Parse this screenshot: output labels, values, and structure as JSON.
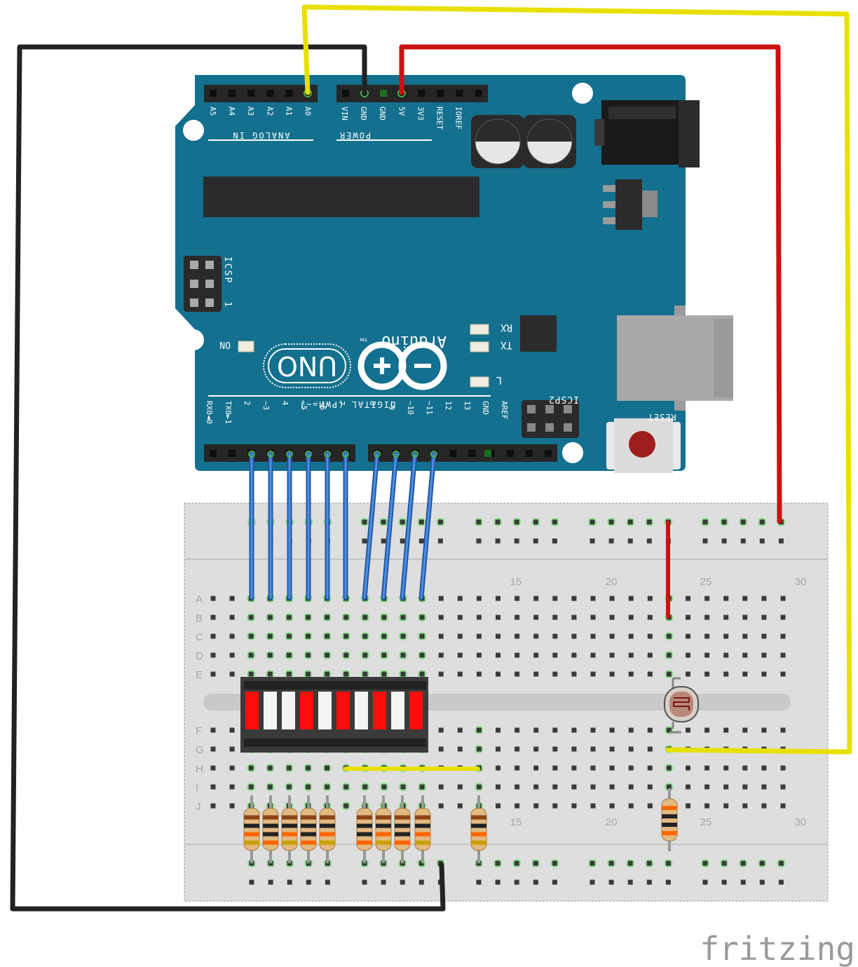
{
  "arduino": {
    "analog_header_title": "ANALOG IN",
    "analog_pins": [
      "A5",
      "A4",
      "A3",
      "A2",
      "A1",
      "A0"
    ],
    "power_header_title": "POWER",
    "power_pins": [
      "VIN",
      "GND",
      "GND",
      "5V",
      "3V3",
      "RESET",
      "IOREF"
    ],
    "icsp_label": "ICSP",
    "icsp_pin1_mark": "1",
    "on_led_label": "ON",
    "rx_label": "RX",
    "tx_label": "TX",
    "l_label": "L",
    "brand_text": "Arduino",
    "tm_mark": "TM",
    "model_text": "UNO",
    "digital_header_title": "DIGITAL (PWM=~)",
    "digital_pins": [
      "RX0◄0",
      "TX0►1",
      "2",
      "~3",
      "4",
      "~5",
      "~6",
      "7",
      "8",
      "~9",
      "~10",
      "~11",
      "12",
      "13",
      "GND",
      "AREF"
    ],
    "icsp2_label": "ICSP2",
    "reset_label": "RESET"
  },
  "breadboard": {
    "row_labels_top": [
      "A",
      "B",
      "C",
      "D",
      "E"
    ],
    "row_labels_bottom": [
      "F",
      "G",
      "H",
      "I",
      "J"
    ],
    "column_numbers": [
      "15",
      "20",
      "25",
      "30"
    ]
  },
  "colors": {
    "board": "#13708e",
    "wire_black": "#222222",
    "wire_red": "#cc1111",
    "wire_yellow": "#e8e000",
    "wire_blue": "#2f73c6",
    "led_red": "#ff0d0d",
    "breadboard": "#dedede"
  },
  "watermark": "fritzing"
}
